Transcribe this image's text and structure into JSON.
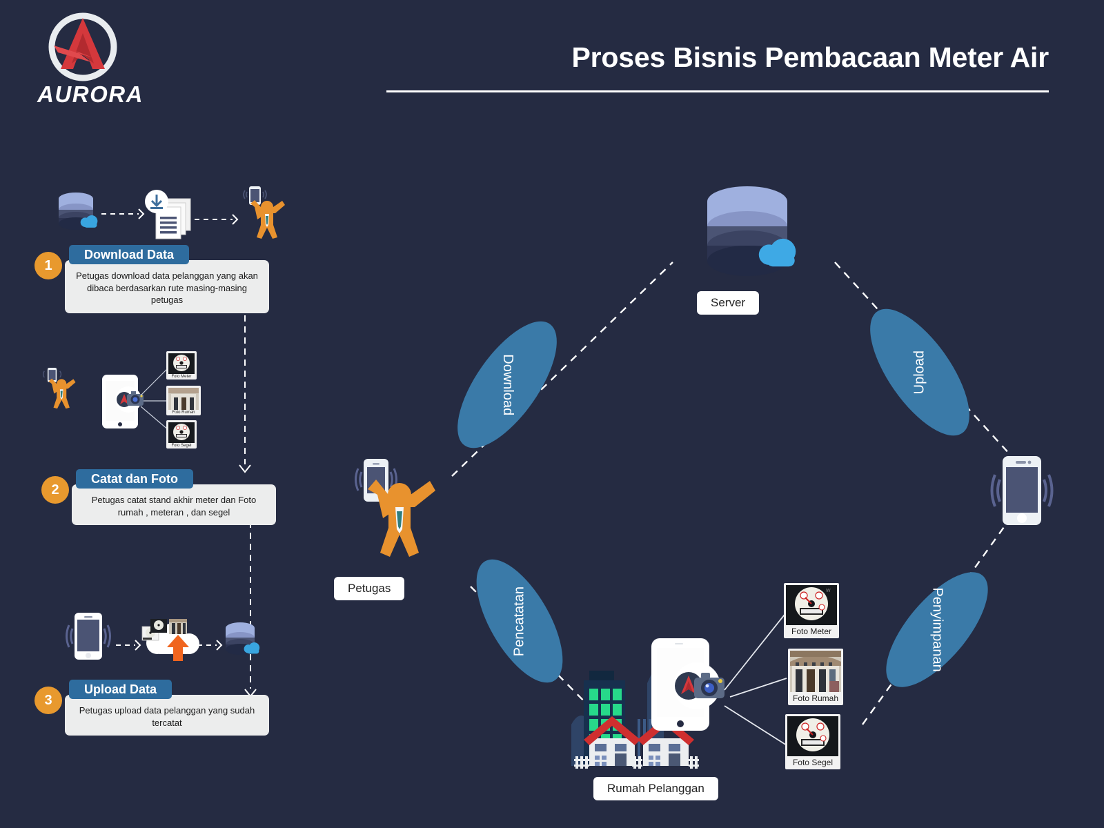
{
  "brand": {
    "name": "AURORA",
    "logo_icon": "aurora-arrow-logo",
    "accent": "#d4383c"
  },
  "header": {
    "title": "Proses Bisnis Pembacaan Meter Air"
  },
  "theme": {
    "background": "#252b42",
    "step_header_blue": "#2e6c9e",
    "step_number_orange": "#e8992e",
    "ribbon_blue": "#3a7aa8",
    "card_gray": "#eceded",
    "person_orange": "#e8922e",
    "cloud_blue": "#39a5e0"
  },
  "steps": [
    {
      "number": "1",
      "title": "Download Data",
      "description": "Petugas download data pelanggan yang akan dibaca berdasarkan rute masing-masing petugas",
      "icons": [
        "database-cloud-icon",
        "download-documents-icon",
        "officer-with-phone-icon"
      ]
    },
    {
      "number": "2",
      "title": "Catat dan Foto",
      "description": "Petugas catat stand akhir meter dan Foto rumah , meteran , dan segel",
      "icons": [
        "officer-with-phone-icon",
        "tablet-camera-icon",
        "photo-thumbnails-icon"
      ]
    },
    {
      "number": "3",
      "title": "Upload Data",
      "description": "Petugas upload data pelanggan yang sudah tercatat",
      "icons": [
        "phone-icon",
        "cloud-upload-icon",
        "database-cloud-icon"
      ]
    }
  ],
  "step_photos": [
    {
      "caption": "Foto Meter",
      "kind": "water-meter-photo"
    },
    {
      "caption": "Foto Rumah",
      "kind": "house-photo"
    },
    {
      "caption": "Foto Segel",
      "kind": "seal-photo"
    }
  ],
  "diagram": {
    "nodes": [
      {
        "id": "server",
        "label": "Server",
        "icon": "database-cloud-icon"
      },
      {
        "id": "petugas",
        "label": "Petugas",
        "icon": "officer-with-phone-icon"
      },
      {
        "id": "phone",
        "label": "",
        "icon": "phone-signal-icon"
      },
      {
        "id": "rumah",
        "label": "Rumah Pelanggan",
        "icon": "customer-house-icon"
      }
    ],
    "ribbons": [
      {
        "id": "download",
        "label": "Download"
      },
      {
        "id": "upload",
        "label": "Upload"
      },
      {
        "id": "pencatatan",
        "label": "Pencatatan"
      },
      {
        "id": "penyimpanan",
        "label": "Penyimpanan"
      }
    ],
    "photos": [
      {
        "caption": "Foto Meter",
        "kind": "water-meter-photo"
      },
      {
        "caption": "Foto Rumah",
        "kind": "house-photo"
      },
      {
        "caption": "Foto Segel",
        "kind": "seal-photo"
      }
    ]
  }
}
